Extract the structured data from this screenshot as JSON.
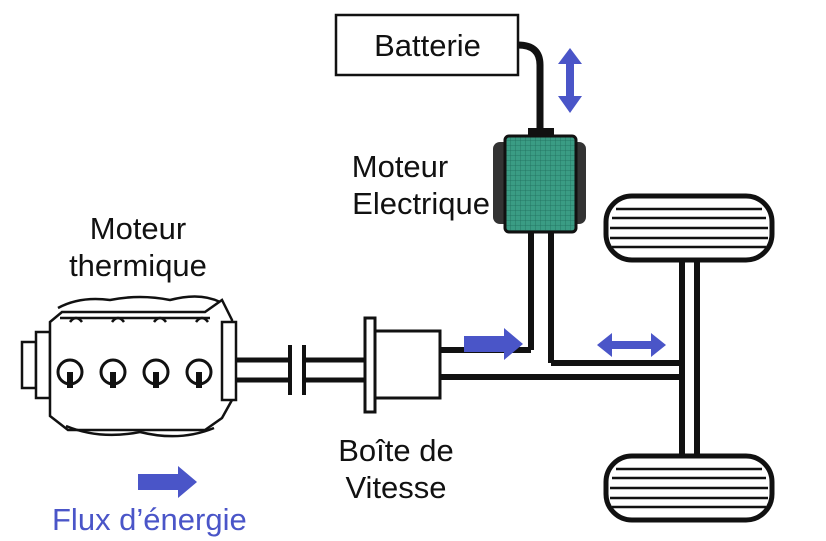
{
  "labels": {
    "battery": "Batterie",
    "electric_motor": [
      "Moteur",
      "Electrique"
    ],
    "thermal_engine": [
      "Moteur",
      "thermique"
    ],
    "gearbox": [
      "Boîte de",
      "Vitesse"
    ]
  },
  "legend": {
    "text": "Flux d’énergie"
  },
  "colors": {
    "arrow": "#4a55c8",
    "motor_fill": "#2f8f78",
    "line": "#111111",
    "legend_text": "#4a55c8"
  }
}
